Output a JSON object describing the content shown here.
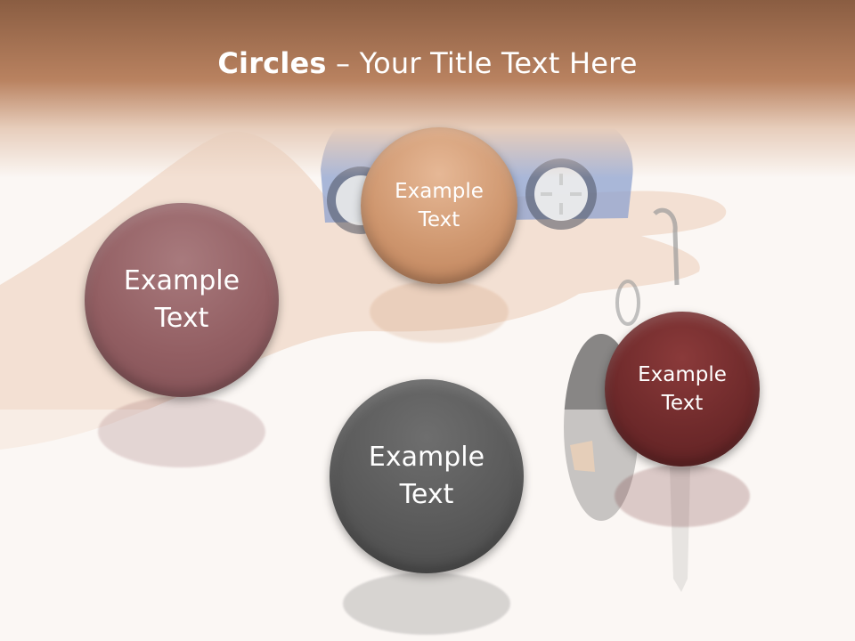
{
  "slide": {
    "title_bold": "Circles",
    "title_rest": " – Your Title Text Here"
  },
  "circles": [
    {
      "line1": "Example",
      "line2": "Text"
    },
    {
      "line1": "Example",
      "line2": "Text"
    },
    {
      "line1": "Example",
      "line2": "Text"
    },
    {
      "line1": "Example",
      "line2": "Text"
    }
  ],
  "colors": {
    "header": "#b98260",
    "circle_top": "#cf976f",
    "circle_left": "#935f63",
    "circle_right": "#6f2a2b",
    "circle_bottom": "#5a5a5a"
  }
}
